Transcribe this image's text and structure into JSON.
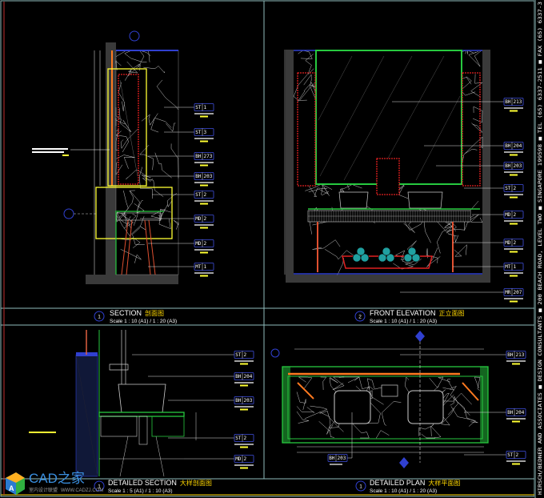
{
  "drawings": {
    "section": {
      "number": "1",
      "title": "SECTION",
      "title_cn": "剖面图",
      "scale": "Scale 1 : 10 (A1) / 1 : 20 (A3)",
      "tags": [
        [
          "ST",
          "1"
        ],
        [
          "ST",
          "3"
        ],
        [
          "BH",
          "273"
        ],
        [
          "BH",
          "203"
        ],
        [
          "ST",
          "2"
        ],
        [
          "MD",
          "2"
        ],
        [
          "MD",
          "2"
        ],
        [
          "MT",
          "1"
        ]
      ]
    },
    "front_elevation": {
      "number": "2",
      "title": "FRONT ELEVATION",
      "title_cn": "正立面图",
      "scale": "Scale 1 : 10 (A1) / 1 : 20 (A3)",
      "tags": [
        [
          "BH",
          "213"
        ],
        [
          "BH",
          "204"
        ],
        [
          "BH",
          "203"
        ],
        [
          "ST",
          "2"
        ],
        [
          "MD",
          "2"
        ],
        [
          "MD",
          "2"
        ],
        [
          "MT",
          "1"
        ],
        [
          "MR",
          "207"
        ]
      ]
    },
    "detailed_section": {
      "number": "1",
      "title": "DETAILED SECTION",
      "title_cn": "大样剖面图",
      "scale": "Scale 1 : 5 (A1) / 1 : 10 (A3)",
      "tags": [
        [
          "ST",
          "2"
        ],
        [
          "BH",
          "204"
        ],
        [
          "BH",
          "203"
        ],
        [
          "ST",
          "2"
        ],
        [
          "MD",
          "2"
        ],
        [
          "MD",
          "2"
        ]
      ]
    },
    "detailed_plan": {
      "number": "1",
      "title": "DETAILED PLAN",
      "title_cn": "大样平面图",
      "scale": "Scale 1 : 10 (A1) / 1 : 20 (A3)",
      "tags": [
        [
          "BH",
          "213"
        ],
        [
          "BH",
          "204"
        ],
        [
          "ST",
          "2"
        ],
        [
          "BH",
          "203"
        ]
      ]
    }
  },
  "title_strip": "HIRSCH/BEDNER AND ASSOCIATES ■ DESIGN CONSULTANTS ■ 200 BEACH ROAD, LEVEL TWO ■ SINGAPORE 199598 ■ TEL (65) 6337-2511 ■ FAX (65) 6337-3",
  "watermark": {
    "brand": "CAD之家",
    "sub": "室内设计联盟",
    "url": "WWW.CADZJ.COM"
  },
  "colors": {
    "frame": "#8fbcbc",
    "wall": "#3a3a3a",
    "green": "#27c93f",
    "red": "#e02020",
    "yellow": "#ffff33",
    "blue": "#3040d0",
    "teal": "#20a0a0",
    "orange": "#ff7a20"
  }
}
